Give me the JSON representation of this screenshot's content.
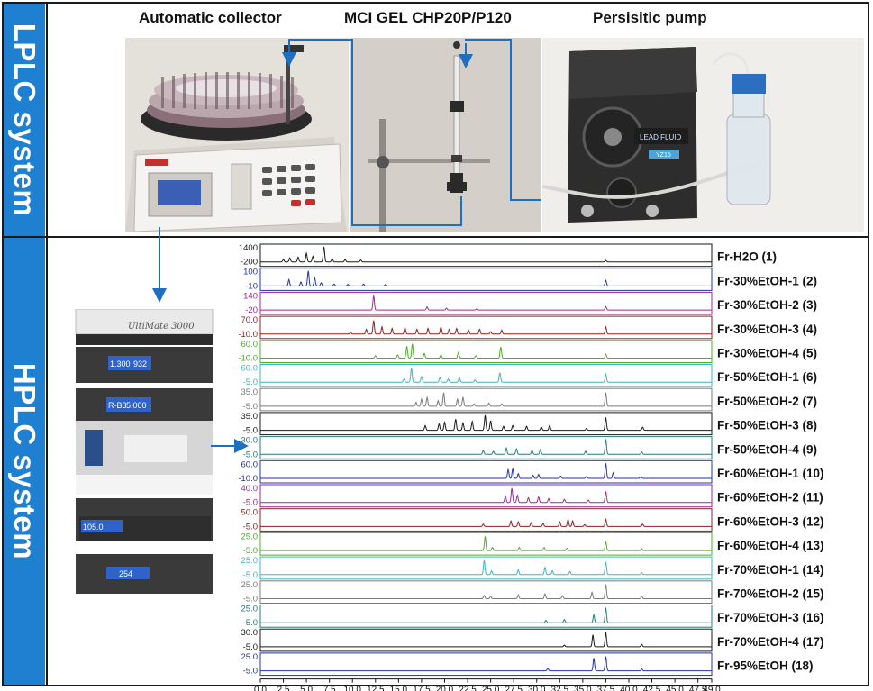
{
  "labels": {
    "lplc": "LPLC system",
    "hplc": "HPLC system",
    "collector": "Automatic collector",
    "column": "MCI GEL CHP20P/P120",
    "pump": "Persisitic pump",
    "hplc_brand": "UltiMate 3000",
    "display1a": "1.300",
    "display1b": "932",
    "display2a": "R-B3",
    "display2b": "5.000",
    "display3": "105.0",
    "display4": "254",
    "pump_brand": "LEAD FLUID",
    "pump_model": "YZ15"
  },
  "colors": {
    "side_bar": "#1f7fd0",
    "arrow": "#1f6fc0"
  },
  "chart_data": {
    "type": "line",
    "xlim": [
      0,
      49
    ],
    "xticks": [
      "0.0",
      "2.5",
      "5.0",
      "7.5",
      "10.0",
      "12.5",
      "15.0",
      "17.5",
      "20.0",
      "22.5",
      "25.0",
      "27.5",
      "30.0",
      "32.5",
      "35.0",
      "37.5",
      "40.0",
      "42.5",
      "45.0",
      "47.5",
      "49.0"
    ],
    "series": [
      {
        "name": "Fr-H2O (1)",
        "color": "#1a1a1a",
        "ytop": "1400",
        "ybot": "-200",
        "peaks": [
          [
            2.5,
            0.15
          ],
          [
            3.2,
            0.25
          ],
          [
            4.1,
            0.3
          ],
          [
            5.0,
            0.55
          ],
          [
            5.7,
            0.35
          ],
          [
            6.9,
            0.95
          ],
          [
            7.8,
            0.2
          ],
          [
            9.2,
            0.15
          ],
          [
            10.9,
            0.12
          ],
          [
            37.5,
            0.1
          ]
        ]
      },
      {
        "name": "Fr-30%EtOH-1 (2)",
        "color": "#23349c",
        "ytop": "100",
        "ybot": "-10",
        "peaks": [
          [
            3.1,
            0.4
          ],
          [
            4.4,
            0.25
          ],
          [
            5.2,
            0.95
          ],
          [
            5.9,
            0.5
          ],
          [
            6.6,
            0.2
          ],
          [
            8.0,
            0.12
          ],
          [
            9.5,
            0.1
          ],
          [
            11.2,
            0.12
          ],
          [
            13.6,
            0.1
          ],
          [
            37.5,
            0.35
          ]
        ]
      },
      {
        "name": "Fr-30%EtOH-2 (3)",
        "color": "#a2259a",
        "ytop": "140",
        "ybot": "-20",
        "peaks": [
          [
            12.3,
            0.9
          ],
          [
            18.1,
            0.2
          ],
          [
            20.2,
            0.12
          ],
          [
            23.5,
            0.08
          ],
          [
            37.5,
            0.22
          ]
        ]
      },
      {
        "name": "Fr-30%EtOH-3 (4)",
        "color": "#8c1f1f",
        "ytop": "70.0",
        "ybot": "-10.0",
        "peaks": [
          [
            9.8,
            0.12
          ],
          [
            11.5,
            0.3
          ],
          [
            12.3,
            0.85
          ],
          [
            13.2,
            0.45
          ],
          [
            14.3,
            0.35
          ],
          [
            15.7,
            0.4
          ],
          [
            17.0,
            0.3
          ],
          [
            18.2,
            0.35
          ],
          [
            19.6,
            0.45
          ],
          [
            20.5,
            0.3
          ],
          [
            21.3,
            0.35
          ],
          [
            22.6,
            0.25
          ],
          [
            23.8,
            0.3
          ],
          [
            25.0,
            0.15
          ],
          [
            26.2,
            0.25
          ],
          [
            37.5,
            0.45
          ]
        ]
      },
      {
        "name": "Fr-30%EtOH-4 (5)",
        "color": "#4caf28",
        "ytop": "60.0",
        "ybot": "-10.0",
        "peaks": [
          [
            12.5,
            0.15
          ],
          [
            14.9,
            0.2
          ],
          [
            15.9,
            0.75
          ],
          [
            16.5,
            0.9
          ],
          [
            17.8,
            0.3
          ],
          [
            19.6,
            0.2
          ],
          [
            21.5,
            0.35
          ],
          [
            23.4,
            0.15
          ],
          [
            26.1,
            0.7
          ],
          [
            37.5,
            0.25
          ]
        ]
      },
      {
        "name": "Fr-50%EtOH-1 (6)",
        "color": "#3fb4c6",
        "ytop": "60.0",
        "ybot": "-5.0",
        "peaks": [
          [
            15.6,
            0.2
          ],
          [
            16.4,
            0.9
          ],
          [
            17.5,
            0.35
          ],
          [
            19.5,
            0.3
          ],
          [
            20.4,
            0.2
          ],
          [
            21.6,
            0.3
          ],
          [
            23.3,
            0.15
          ],
          [
            26.0,
            0.6
          ],
          [
            37.5,
            0.5
          ]
        ]
      },
      {
        "name": "Fr-50%EtOH-2 (7)",
        "color": "#7a7a7a",
        "ytop": "35.0",
        "ybot": "-5.0",
        "peaks": [
          [
            16.9,
            0.25
          ],
          [
            17.5,
            0.45
          ],
          [
            18.1,
            0.55
          ],
          [
            19.3,
            0.35
          ],
          [
            19.9,
            0.85
          ],
          [
            21.4,
            0.45
          ],
          [
            22.0,
            0.55
          ],
          [
            23.2,
            0.15
          ],
          [
            24.8,
            0.2
          ],
          [
            26.2,
            0.15
          ],
          [
            37.5,
            0.85
          ]
        ]
      },
      {
        "name": "Fr-50%EtOH-3 (8)",
        "color": "#1a1a1a",
        "ytop": "35.0",
        "ybot": "-5.0",
        "peaks": [
          [
            17.9,
            0.3
          ],
          [
            19.4,
            0.4
          ],
          [
            20.0,
            0.5
          ],
          [
            21.2,
            0.7
          ],
          [
            22.0,
            0.45
          ],
          [
            23.0,
            0.55
          ],
          [
            24.4,
            0.95
          ],
          [
            25.0,
            0.6
          ],
          [
            26.4,
            0.25
          ],
          [
            27.4,
            0.3
          ],
          [
            28.9,
            0.25
          ],
          [
            30.5,
            0.2
          ],
          [
            31.4,
            0.3
          ],
          [
            35.4,
            0.12
          ],
          [
            37.5,
            0.8
          ],
          [
            41.5,
            0.2
          ]
        ]
      },
      {
        "name": "Fr-50%EtOH-4 (9)",
        "color": "#237c7c",
        "ytop": "30.0",
        "ybot": "-5.0",
        "peaks": [
          [
            24.2,
            0.25
          ],
          [
            25.3,
            0.2
          ],
          [
            26.7,
            0.4
          ],
          [
            27.8,
            0.35
          ],
          [
            29.5,
            0.25
          ],
          [
            30.4,
            0.3
          ],
          [
            35.3,
            0.2
          ],
          [
            37.5,
            0.95
          ],
          [
            41.4,
            0.15
          ]
        ]
      },
      {
        "name": "Fr-60%EtOH-1 (10)",
        "color": "#23349c",
        "ytop": "60.0",
        "ybot": "-10.0",
        "peaks": [
          [
            26.9,
            0.55
          ],
          [
            27.4,
            0.6
          ],
          [
            28.0,
            0.3
          ],
          [
            29.6,
            0.2
          ],
          [
            30.2,
            0.25
          ],
          [
            32.6,
            0.15
          ],
          [
            35.4,
            0.12
          ],
          [
            37.5,
            0.95
          ],
          [
            38.3,
            0.35
          ],
          [
            41.3,
            0.12
          ]
        ]
      },
      {
        "name": "Fr-60%EtOH-2 (11)",
        "color": "#a2259a",
        "ytop": "40.0",
        "ybot": "-5.0",
        "peaks": [
          [
            26.6,
            0.4
          ],
          [
            27.3,
            0.9
          ],
          [
            27.9,
            0.45
          ],
          [
            29.1,
            0.3
          ],
          [
            30.2,
            0.35
          ],
          [
            31.3,
            0.25
          ],
          [
            33.0,
            0.2
          ],
          [
            35.6,
            0.15
          ],
          [
            37.5,
            0.7
          ]
        ]
      },
      {
        "name": "Fr-60%EtOH-3 (12)",
        "color": "#8c1f1f",
        "ytop": "50.0",
        "ybot": "-5.0",
        "peaks": [
          [
            24.2,
            0.15
          ],
          [
            27.2,
            0.35
          ],
          [
            28.0,
            0.3
          ],
          [
            29.4,
            0.25
          ],
          [
            30.7,
            0.2
          ],
          [
            32.5,
            0.3
          ],
          [
            33.4,
            0.45
          ],
          [
            33.9,
            0.35
          ],
          [
            35.2,
            0.12
          ],
          [
            37.5,
            0.45
          ],
          [
            41.5,
            0.15
          ]
        ]
      },
      {
        "name": "Fr-60%EtOH-4 (13)",
        "color": "#4caf28",
        "ytop": "25.0",
        "ybot": "-5.0",
        "peaks": [
          [
            24.4,
            0.9
          ],
          [
            25.2,
            0.2
          ],
          [
            28.1,
            0.2
          ],
          [
            30.8,
            0.2
          ],
          [
            33.3,
            0.15
          ],
          [
            37.5,
            0.55
          ],
          [
            41.4,
            0.12
          ]
        ]
      },
      {
        "name": "Fr-70%EtOH-1 (14)",
        "color": "#3fb4c6",
        "ytop": "25.0",
        "ybot": "-5.0",
        "peaks": [
          [
            24.3,
            0.9
          ],
          [
            25.1,
            0.25
          ],
          [
            28.0,
            0.3
          ],
          [
            30.9,
            0.45
          ],
          [
            31.7,
            0.25
          ],
          [
            33.6,
            0.2
          ],
          [
            37.5,
            0.8
          ],
          [
            41.4,
            0.12
          ]
        ]
      },
      {
        "name": "Fr-70%EtOH-2 (15)",
        "color": "#7a7a7a",
        "ytop": "25.0",
        "ybot": "-5.0",
        "peaks": [
          [
            24.3,
            0.2
          ],
          [
            25.0,
            0.15
          ],
          [
            28.0,
            0.25
          ],
          [
            30.9,
            0.3
          ],
          [
            32.8,
            0.2
          ],
          [
            36.0,
            0.4
          ],
          [
            37.5,
            0.9
          ],
          [
            41.4,
            0.15
          ]
        ]
      },
      {
        "name": "Fr-70%EtOH-3 (16)",
        "color": "#237c7c",
        "ytop": "25.0",
        "ybot": "-5.0",
        "peaks": [
          [
            31.0,
            0.15
          ],
          [
            33.0,
            0.2
          ],
          [
            36.2,
            0.5
          ],
          [
            37.5,
            0.95
          ]
        ]
      },
      {
        "name": "Fr-70%EtOH-4 (17)",
        "color": "#1a1a1a",
        "ytop": "30.0",
        "ybot": "-5.0",
        "peaks": [
          [
            33.0,
            0.1
          ],
          [
            36.1,
            0.75
          ],
          [
            37.5,
            0.9
          ],
          [
            41.4,
            0.15
          ]
        ]
      },
      {
        "name": "Fr-95%EtOH (18)",
        "color": "#23349c",
        "ytop": "25.0",
        "ybot": "-5.0",
        "peaks": [
          [
            31.2,
            0.15
          ],
          [
            36.2,
            0.8
          ],
          [
            37.5,
            0.9
          ],
          [
            41.4,
            0.12
          ]
        ]
      }
    ]
  }
}
